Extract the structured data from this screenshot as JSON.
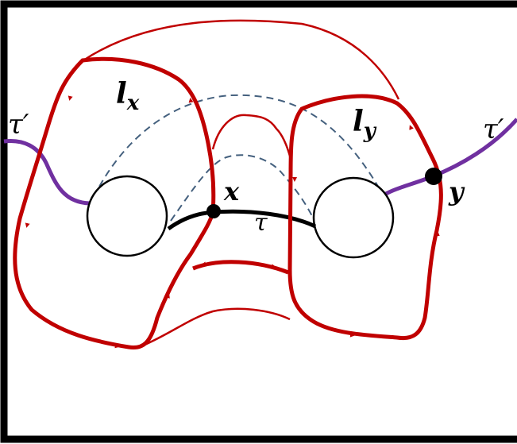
{
  "labels": {
    "lx_main": "l",
    "lx_sub": "x",
    "ly_main": "l",
    "ly_sub": "y",
    "x": "x",
    "y": "y",
    "tau": "τ",
    "tau_prime_left": "τ′",
    "tau_prime_right": "τ′"
  },
  "colors": {
    "frame": "#000000",
    "red_curve": "#c00000",
    "tau_prime": "#7030a0",
    "dashed": "#44607e",
    "tau": "#000000",
    "circle": "#000000"
  }
}
